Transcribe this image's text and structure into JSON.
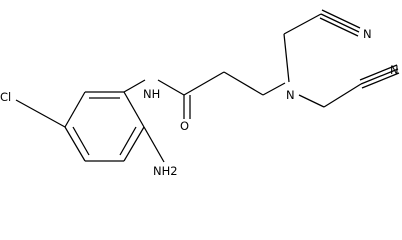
{
  "molecule": {
    "atoms": {
      "cl": "Cl",
      "nh": "NH",
      "o": "O",
      "n_amine": "N",
      "n_nitrile_top": "N",
      "n_nitrile_right": "N",
      "nh2": "NH2"
    }
  },
  "colors": {
    "bond": "#000000",
    "label": "#000000",
    "background": "#ffffff"
  }
}
